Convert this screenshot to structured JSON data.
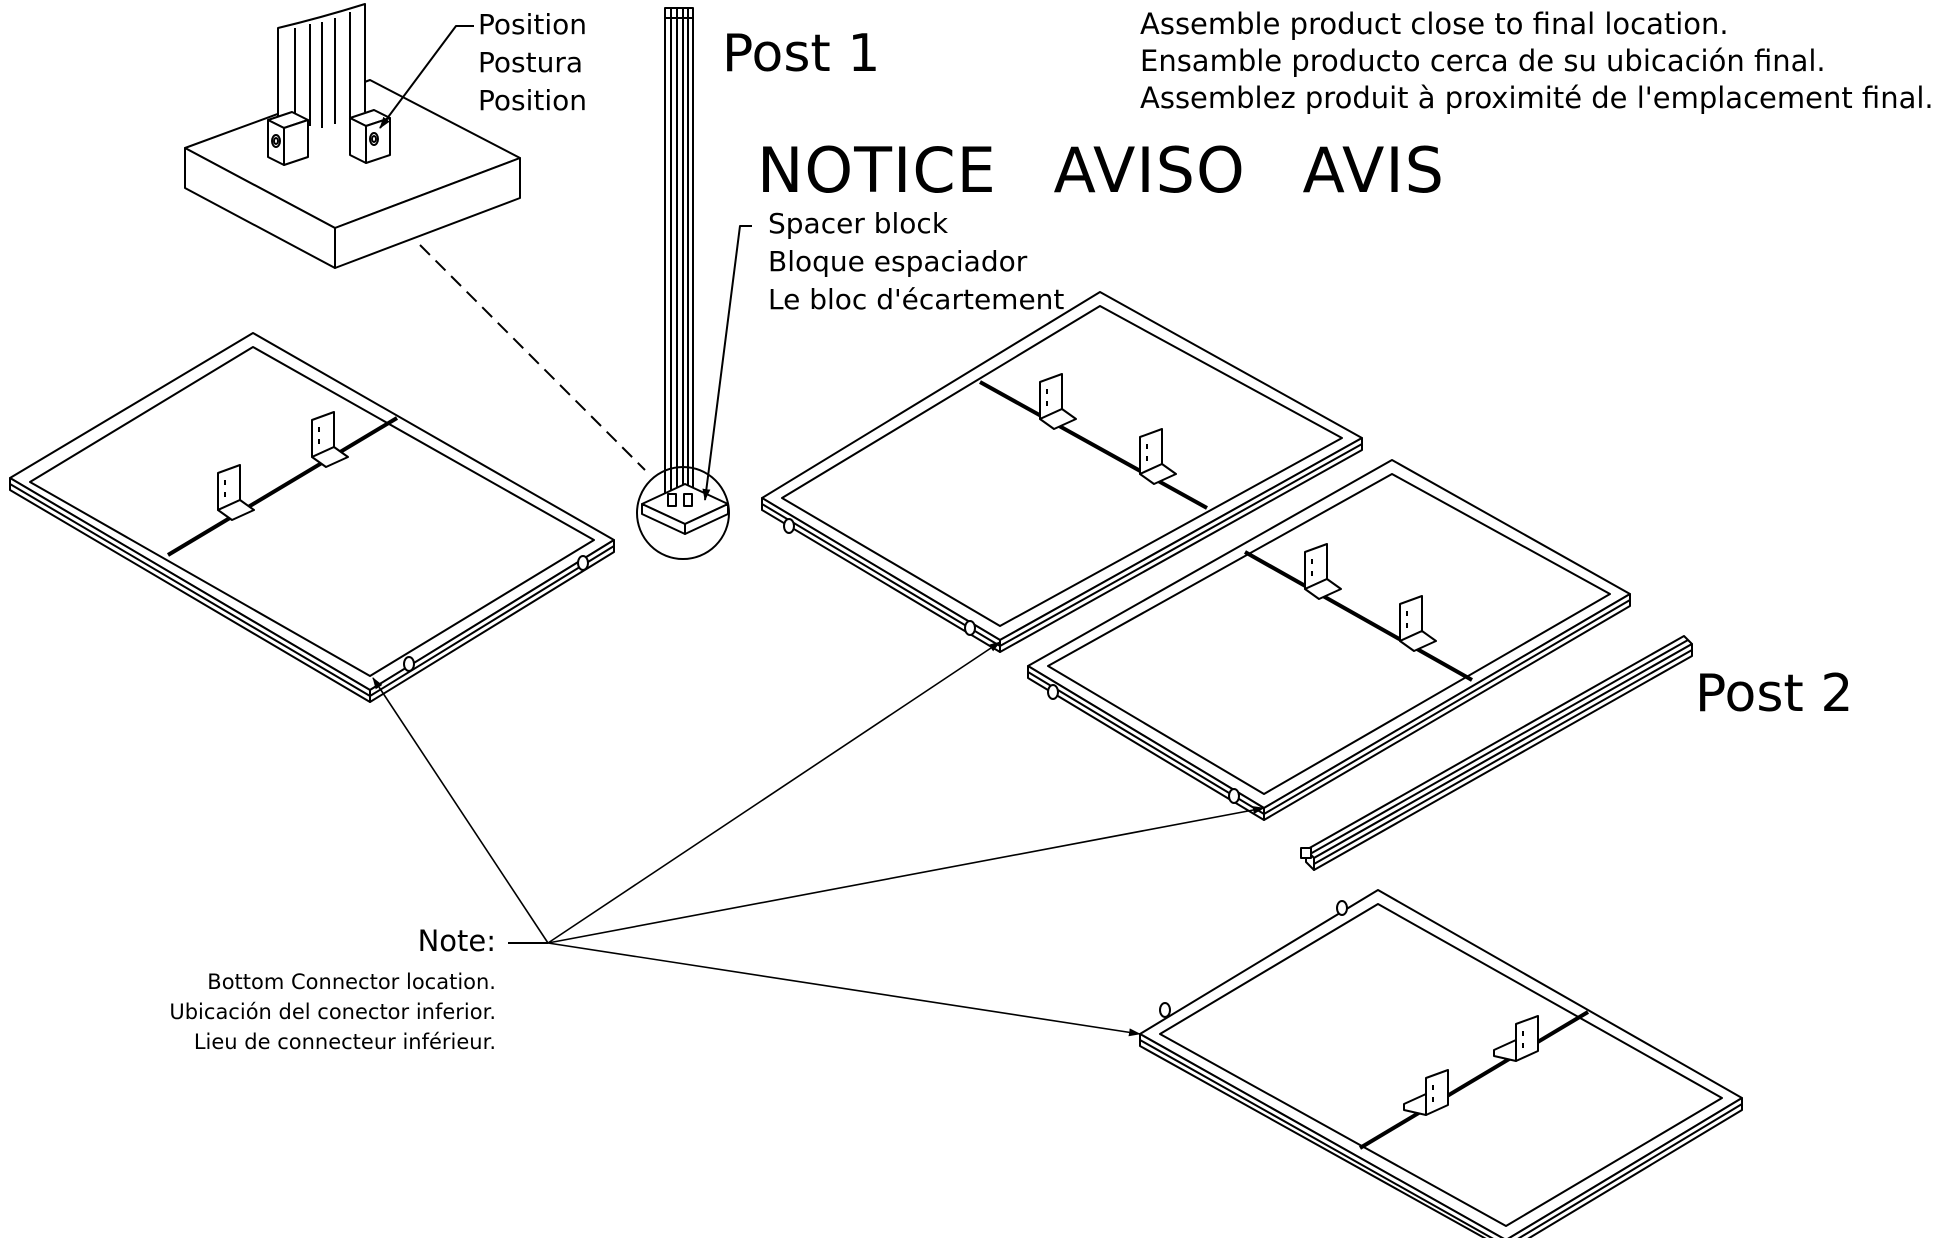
{
  "labels": {
    "post1": "Post 1",
    "post2": "Post 2",
    "notice": "NOTICE   AVISO   AVIS"
  },
  "position_callout": [
    "Position",
    "Postura",
    "Position"
  ],
  "spacer_callout": [
    "Spacer block",
    "Bloque espaciador",
    "Le bloc d'écartement"
  ],
  "assemble_notes": [
    "Assemble product close to final location.",
    "Ensamble producto cerca de su ubicación final.",
    "Assemblez produit à proximité de l'emplacement final."
  ],
  "note": {
    "title": "Note:",
    "lines": [
      "Bottom Connector location.",
      "Ubicación del conector inferior.",
      "Lieu de connecteur inférieur."
    ]
  }
}
